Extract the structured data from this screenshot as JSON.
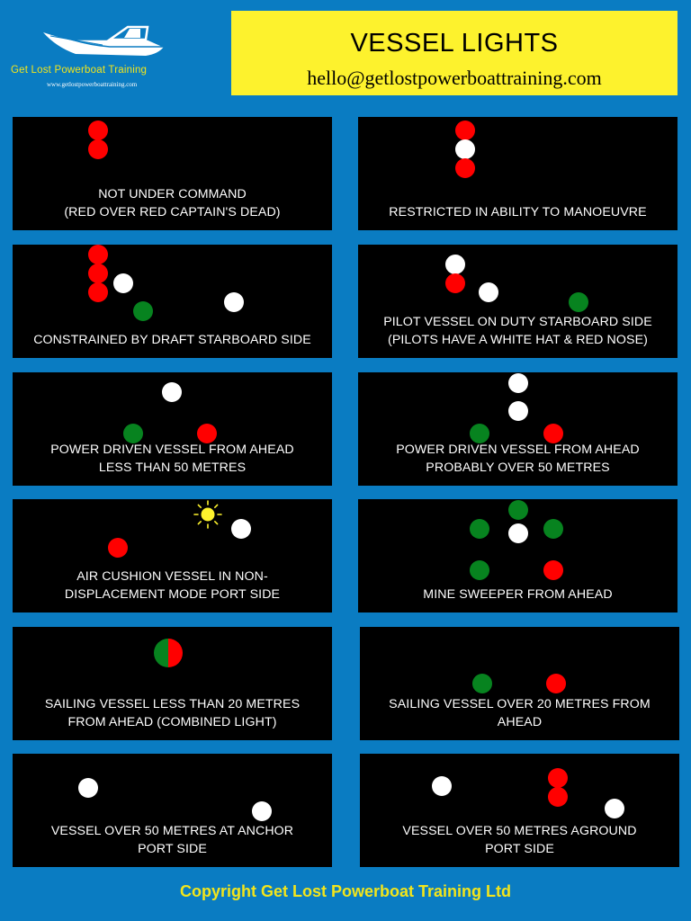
{
  "header": {
    "brand_name": "Get Lost Powerboat Training",
    "brand_url": "www.getlostpowerboattraining.com",
    "title": "VESSEL LIGHTS",
    "email": "hello@getlostpowerboattraining.com"
  },
  "panels": [
    {
      "label_1": "NOT UNDER COMMAND",
      "label_2": "(RED OVER RED CAPTAIN'S DEAD)"
    },
    {
      "label_1": "RESTRICTED IN ABILITY TO MANOEUVRE",
      "label_2": ""
    },
    {
      "label_1": "CONSTRAINED BY DRAFT STARBOARD SIDE",
      "label_2": ""
    },
    {
      "label_1": "PILOT VESSEL ON DUTY STARBOARD SIDE",
      "label_2": "(PILOTS HAVE A WHITE HAT & RED NOSE)"
    },
    {
      "label_1": "POWER DRIVEN VESSEL FROM AHEAD",
      "label_2": "LESS THAN 50 METRES"
    },
    {
      "label_1": "POWER DRIVEN VESSEL FROM AHEAD",
      "label_2": "PROBABLY OVER 50 METRES"
    },
    {
      "label_1": "AIR CUSHION VESSEL IN NON-",
      "label_2": "DISPLACEMENT MODE PORT SIDE"
    },
    {
      "label_1": "MINE SWEEPER FROM AHEAD",
      "label_2": ""
    },
    {
      "label_1": "SAILING VESSEL LESS THAN 20 METRES",
      "label_2": "FROM AHEAD (COMBINED LIGHT)"
    },
    {
      "label_1": "SAILING VESSEL OVER 20 METRES FROM",
      "label_2": "AHEAD"
    },
    {
      "label_1": "VESSEL OVER 50 METRES AT ANCHOR",
      "label_2": "PORT SIDE"
    },
    {
      "label_1": "VESSEL OVER 50 METRES AGROUND",
      "label_2": "PORT SIDE"
    }
  ],
  "light_colors": {
    "red": "#ff0000",
    "white": "#ffffff",
    "green": "#07831f",
    "yellow": "#fdf22d",
    "background": "#0a7cc2"
  },
  "footer": {
    "copyright": "Copyright Get Lost Powerboat Training Ltd"
  }
}
